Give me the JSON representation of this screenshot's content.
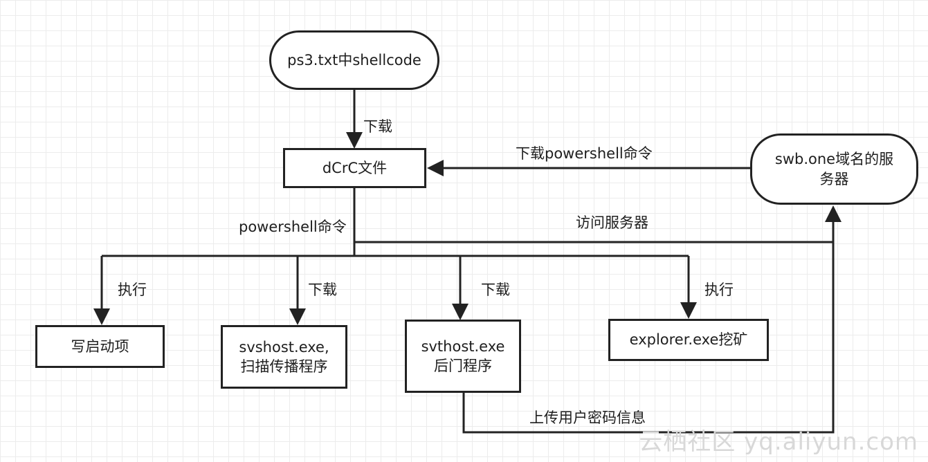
{
  "nodes": {
    "ps3": "ps3.txt中shellcode",
    "dcrc": "dCrC文件",
    "server_line1": "swb.one域名的服",
    "server_line2": "务器",
    "startup": "写启动项",
    "svshost_line1": "svshost.exe,",
    "svshost_line2": "扫描传播程序",
    "svthost_line1": "svthost.exe",
    "svthost_line2": "后门程序",
    "explorer": "explorer.exe挖矿"
  },
  "edges": {
    "ps3_to_dcrc": "下载",
    "server_to_dcrc": "下载powershell命令",
    "powershell": "powershell命令",
    "access_server": "访问服务器",
    "to_startup": "执行",
    "to_svshost": "下载",
    "to_svthost": "下载",
    "to_explorer": "执行",
    "upload": "上传用户密码信息"
  },
  "watermark": "云栖社区 yq.aliyun.com",
  "colors": {
    "line": "#222222",
    "grid": "#ececec"
  }
}
